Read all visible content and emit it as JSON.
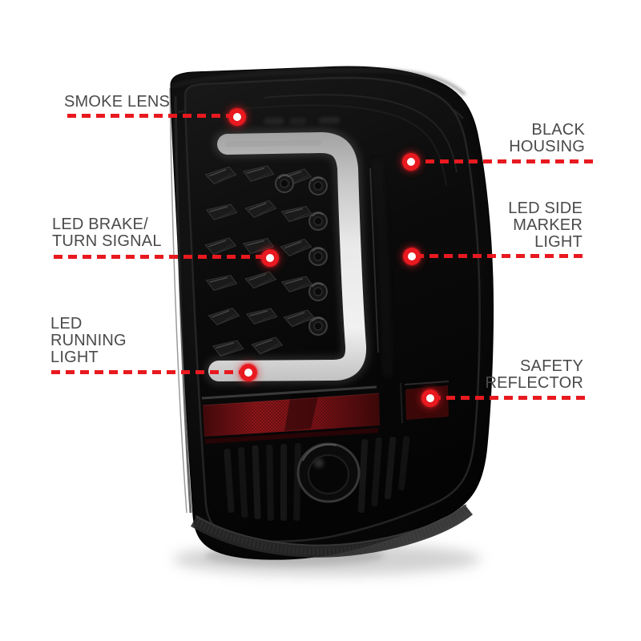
{
  "page": {
    "background": "#ffffff",
    "description": "Annotated product image of a smoked-lens LED tail light with feature callouts"
  },
  "colors": {
    "label_text": "#4a4a4c",
    "callout_red": "#e8191f",
    "dot_center": "#ffffff",
    "housing_black": "#0c0c0c",
    "light_bar_gray": "#ececec",
    "reflector_red": "#8e161a",
    "shadow_gray": "#c7c7c7"
  },
  "product": {
    "type": "led-tail-light",
    "finish": "black housing with smoke lens"
  },
  "callouts": [
    {
      "id": "smoke-lens",
      "side": "left",
      "lines": [
        "SMOKE LENS"
      ]
    },
    {
      "id": "black-housing",
      "side": "right",
      "lines": [
        "BLACK",
        "HOUSING"
      ]
    },
    {
      "id": "led-brake-turn-signal",
      "side": "left",
      "lines": [
        "LED BRAKE/",
        "TURN SIGNAL"
      ]
    },
    {
      "id": "led-side-marker-light",
      "side": "right",
      "lines": [
        "LED SIDE",
        "MARKER",
        "LIGHT"
      ]
    },
    {
      "id": "led-running-light",
      "side": "left",
      "lines": [
        "LED",
        "RUNNING",
        "LIGHT"
      ]
    },
    {
      "id": "safety-reflector",
      "side": "right",
      "lines": [
        "SAFETY",
        "REFLECTOR"
      ]
    }
  ]
}
